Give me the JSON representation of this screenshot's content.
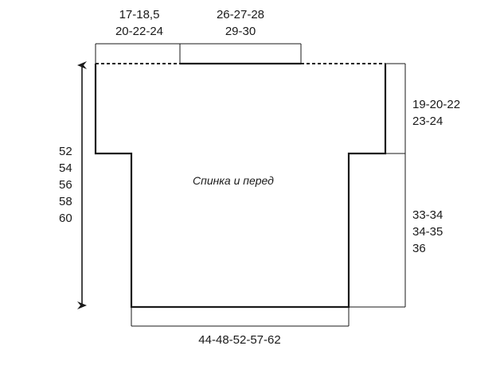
{
  "diagram": {
    "title": "Спинка и перед",
    "shoulder_width": {
      "line1": "17-18,5",
      "line2": "20-22-24"
    },
    "neck_width": {
      "line1": "26-27-28",
      "line2": "29-30"
    },
    "total_length": [
      "52",
      "54",
      "56",
      "58",
      "60"
    ],
    "armhole_depth": {
      "line1": "19-20-22",
      "line2": "23-24"
    },
    "side_length": {
      "line1": "33-34",
      "line2": "34-35",
      "line3": "36"
    },
    "bottom_width": "44-48-52-57-62",
    "line_color": "#1a1a1a"
  }
}
